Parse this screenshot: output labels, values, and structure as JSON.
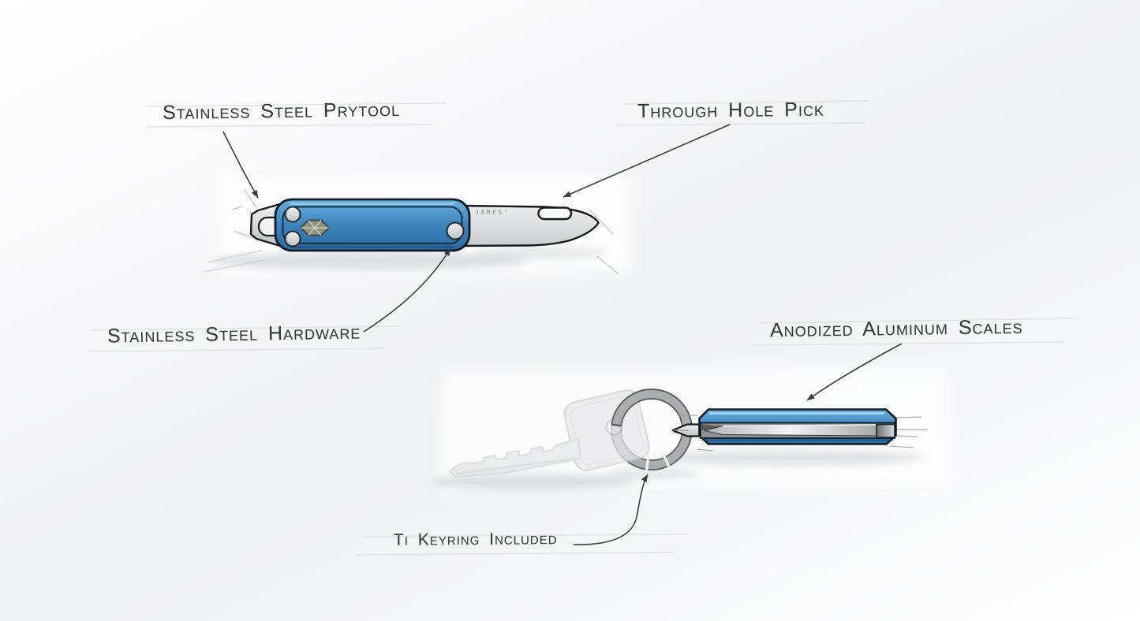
{
  "figure": {
    "type": "annotated-product-sketch",
    "brand_mark": "JAMES°"
  },
  "annotations": {
    "prytool": {
      "text": "Stainless Steel Prytool"
    },
    "through_hole_pick": {
      "text": "Through Hole Pick"
    },
    "hardware": {
      "text": "Stainless Steel Hardware"
    },
    "scales": {
      "text": "Anodized Aluminum Scales"
    },
    "keyring": {
      "text": "Ti Keyring Included"
    }
  },
  "colors": {
    "scale_blue": "#3f87c0",
    "ink": "#33373a",
    "steel": "#d6d7d9",
    "ring_gray": "#abaeb0"
  }
}
